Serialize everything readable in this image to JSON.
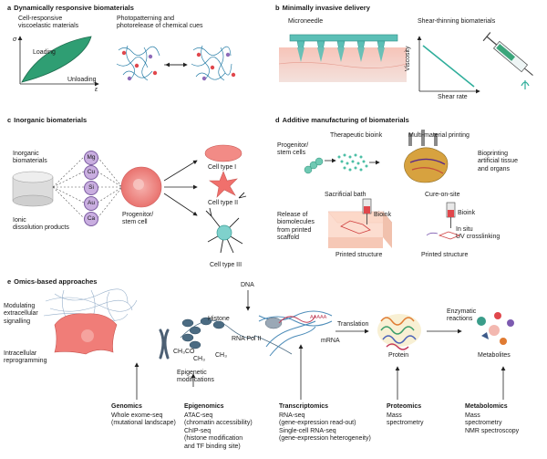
{
  "panels": {
    "a": {
      "letter": "a",
      "title": "Dynamically responsive biomaterials",
      "left_caption": "Cell-responsive\nviscoelastic materials",
      "right_caption": "Photopatterning and\nphotorelease of chemical cues",
      "loading": "Loading",
      "unloading": "Unloading",
      "axis_sigma": "σ",
      "axis_epsilon": "ε"
    },
    "b": {
      "letter": "b",
      "title": "Minimally invasive delivery",
      "microneedle": "Microneedle",
      "shear_title": "Shear-thinning biomaterials",
      "viscosity": "Viscosity",
      "shear_rate": "Shear rate"
    },
    "c": {
      "letter": "c",
      "title": "Inorganic biomaterials",
      "inorganic": "Inorganic\nbiomaterials",
      "ionic": "Ionic\ndissolution products",
      "ions": [
        "Mg",
        "Cu",
        "Si",
        "Au",
        "Ca"
      ],
      "progenitor": "Progenitor/\nstem cell",
      "cell_type_1": "Cell type I",
      "cell_type_2": "Cell type II",
      "cell_type_3": "Cell type III"
    },
    "d": {
      "letter": "d",
      "title": "Additive manufacturing of biomaterials",
      "progenitor": "Progenitor/\nstem cells",
      "therapeutic_bioink": "Therapeutic bioink",
      "multi_material": "Multi-material printing",
      "bioprinting": "Bioprinting\nartificial tissue\nand organs",
      "cure_on_site": "Cure-on-site",
      "sacrificial_bath": "Sacrificial bath",
      "release": "Release of\nbiomolecules\nfrom printed\nscaffold",
      "bioink_left": "Bioink",
      "bioink_right": "Bioink",
      "in_situ": "In situ\nUV crosslinking",
      "printed_left": "Printed structure",
      "printed_right": "Printed structure"
    },
    "e": {
      "letter": "e",
      "title": "Omics-based approaches",
      "modulating": "Modulating\nextracellular\nsignalling",
      "intracellular": "Intracellular\nreprogramming",
      "histone": "Histone",
      "methyl_left": "CH₃CO",
      "methyl_sub": "CH₃",
      "methyl_right": "CH₃",
      "dna": "DNA",
      "rna_pol": "RNA Pol II",
      "aaaa": "AAAAA",
      "mrna": "mRNA",
      "translation": "Translation",
      "enzymatic": "Enzymatic\nreactions",
      "protein": "Protein",
      "metabolites": "Metabolites",
      "epigenetic_mods": "Epigenetic\nmodifications",
      "genomics_title": "Genomics",
      "genomics_text": "Whole exome-seq\n(mutational landscape)",
      "epigenomics_title": "Epigenomics",
      "epigenomics_text": "ATAC-seq\n(chromatin accessibility)\nChIP-seq\n(histone modification\nand TF binding site)",
      "transcriptomics_title": "Transcriptomics",
      "transcriptomics_text": "RNA-seq\n(gene-expression read-out)\nSingle-cell RNA-seq\n(gene-expression heterogeneity)",
      "proteomics_title": "Proteomics",
      "proteomics_text": "Mass\nspectrometry",
      "metabolomics_title": "Metabolomics",
      "metabolomics_text": "Mass\nspectrometry\nNMR spectroscopy"
    }
  },
  "colors": {
    "green": "#3aa57a",
    "teal": "#7ccfc8",
    "pink": "#f29a9a",
    "red": "#e8605e",
    "purple": "#9c86c6",
    "gray": "#bfbfbf"
  }
}
